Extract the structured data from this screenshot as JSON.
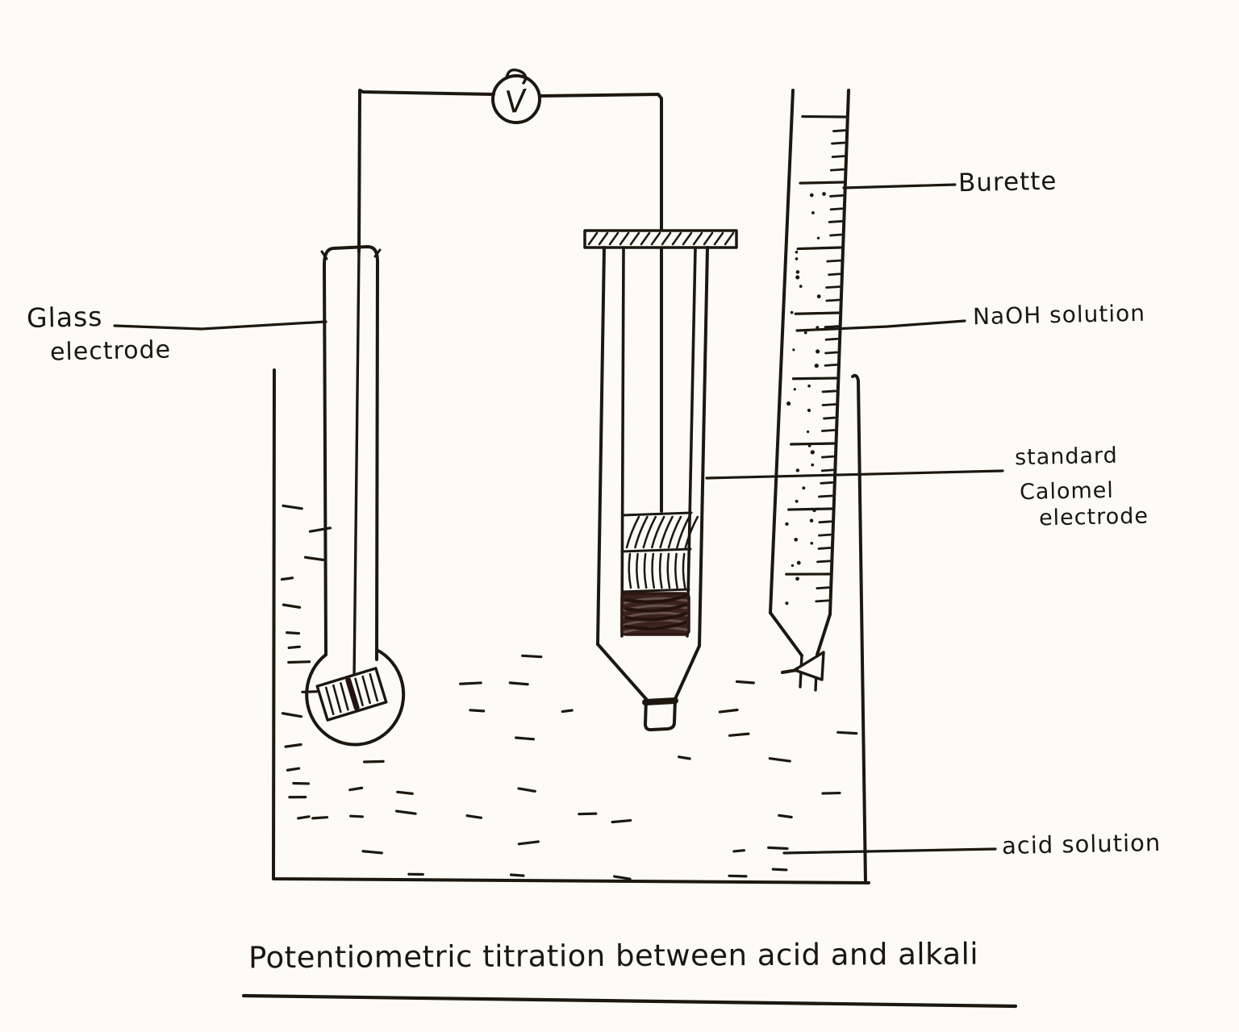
{
  "diagram": {
    "title": "Potentiometric titration between acid and alkali",
    "voltmeter_symbol": "V",
    "labels": {
      "glass_electrode_1": "Glass",
      "glass_electrode_2": "electrode",
      "burette": "Burette",
      "naoh": "NaOH solution",
      "calomel_1": "standard",
      "calomel_2": "Calomel",
      "calomel_3": "electrode",
      "acid": "acid solution"
    },
    "colors": {
      "ink": "#1e1710",
      "dark_fill": "#3b221c",
      "paper": "#fcfbf7"
    }
  }
}
